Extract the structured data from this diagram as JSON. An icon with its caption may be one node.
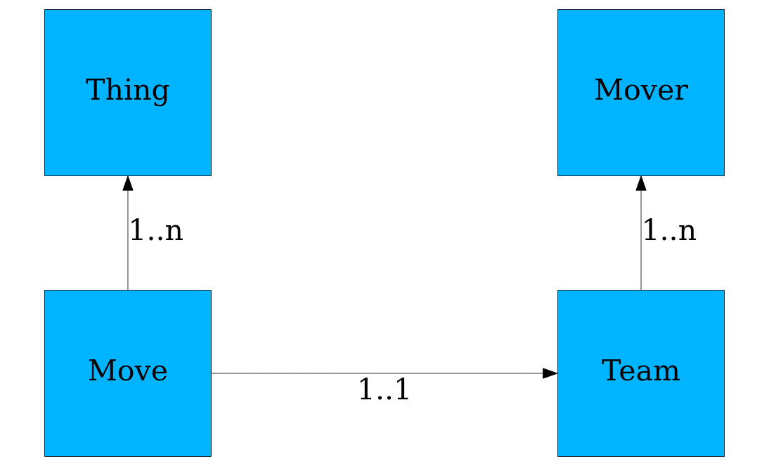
{
  "diagram": {
    "nodes": [
      {
        "text": [
          "Mover"
        ]
      },
      {
        "text": [
          "Thing"
        ]
      },
      {
        "text": [
          "Team"
        ]
      },
      {
        "text": [
          "Move"
        ]
      }
    ],
    "edges": [
      {
        "from": 2,
        "to": 0,
        "arrow": "to",
        "label": "1..n"
      },
      {
        "from": 3,
        "to": 1,
        "arrow": "to",
        "label": "1..n"
      },
      {
        "from": 3,
        "to": 2,
        "arrow": "to",
        "label": "1..1"
      }
    ]
  }
}
